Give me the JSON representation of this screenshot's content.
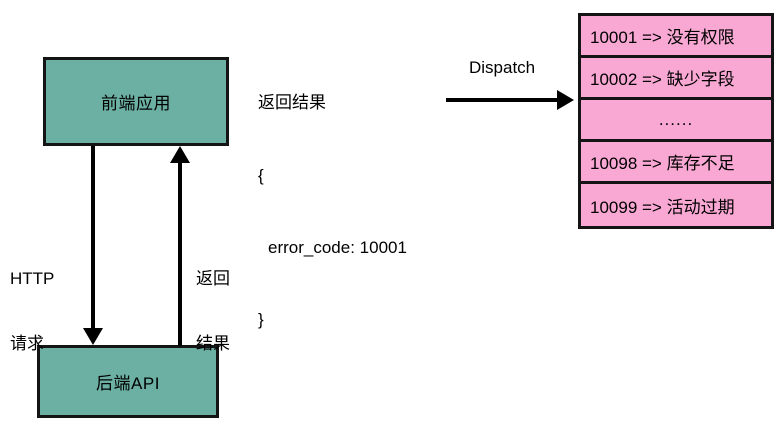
{
  "diagram": {
    "nodes": {
      "frontend": {
        "label": "前端应用"
      },
      "backend": {
        "label": "后端API"
      }
    },
    "edges": {
      "request": {
        "label_line1": "HTTP",
        "label_line2": "请求"
      },
      "response": {
        "label_line1": "返回",
        "label_line2": "结果"
      },
      "dispatch": {
        "label": "Dispatch"
      }
    },
    "payload": {
      "title": "返回结果",
      "open_brace": "{",
      "body": "error_code: 10001",
      "close_brace": "}"
    },
    "error_table": {
      "rows": [
        {
          "text": "10001 => 没有权限"
        },
        {
          "text": "10002 => 缺少字段"
        },
        {
          "text": "......"
        },
        {
          "text": "10098 => 库存不足"
        },
        {
          "text": "10099 => 活动过期"
        }
      ]
    },
    "colors": {
      "node_fill": "#6BB0A3",
      "table_fill": "#F9A8D4",
      "stroke": "#141414",
      "background": "#FFFFFF"
    }
  }
}
